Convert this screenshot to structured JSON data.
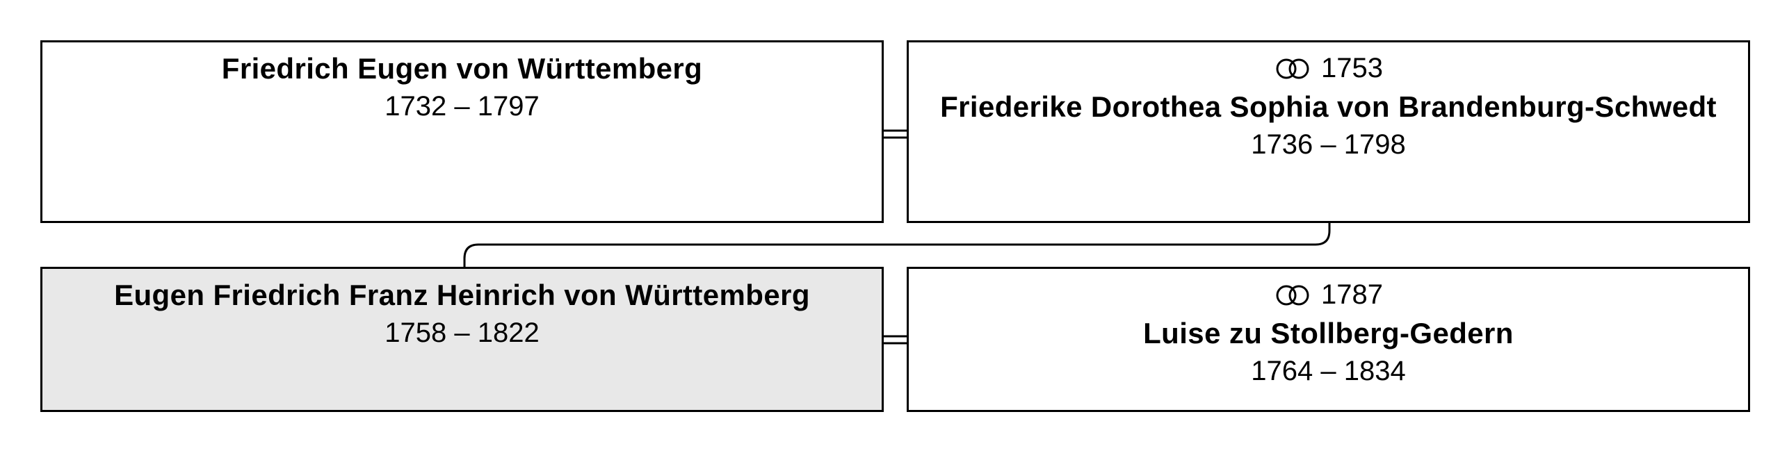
{
  "persons": {
    "father": {
      "name": "Friedrich Eugen von Württemberg",
      "dates": "1732 – 1797"
    },
    "mother": {
      "marriage_year": "1753",
      "name": "Friederike Dorothea Sophia von Brandenburg-Schwedt",
      "dates": "1736 – 1798"
    },
    "subject": {
      "name": "Eugen Friedrich Franz Heinrich von Württemberg",
      "dates": "1758 – 1822"
    },
    "spouse": {
      "marriage_year": "1787",
      "name": "Luise zu Stollberg-Gedern",
      "dates": "1764 – 1834"
    }
  },
  "icons": {
    "marriage": "rings-icon"
  },
  "colors": {
    "highlight_background": "#e8e8e8",
    "border": "#000000"
  }
}
